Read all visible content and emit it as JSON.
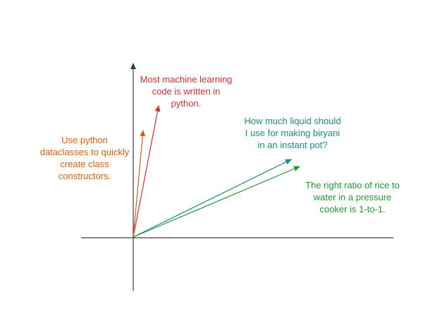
{
  "axes": {
    "color": "#3a3a4a"
  },
  "vectors": [
    {
      "id": "vec-python-ml",
      "color": "#d0312d",
      "label_lines": [
        "Most machine learning",
        "code is written in",
        "python."
      ]
    },
    {
      "id": "vec-dataclasses",
      "color": "#d4600e",
      "label_lines": [
        "Use python",
        "dataclasses to quickly",
        "create class",
        "constructors."
      ]
    },
    {
      "id": "vec-biryani",
      "color": "#1a8a80",
      "label_lines": [
        "How much liquid should",
        "I use for making biryani",
        "in an instant pot?"
      ]
    },
    {
      "id": "vec-rice-ratio",
      "color": "#1f9b35",
      "label_lines": [
        "The right ratio of rice to",
        "water in a pressure",
        "cooker is 1-to-1."
      ]
    }
  ]
}
